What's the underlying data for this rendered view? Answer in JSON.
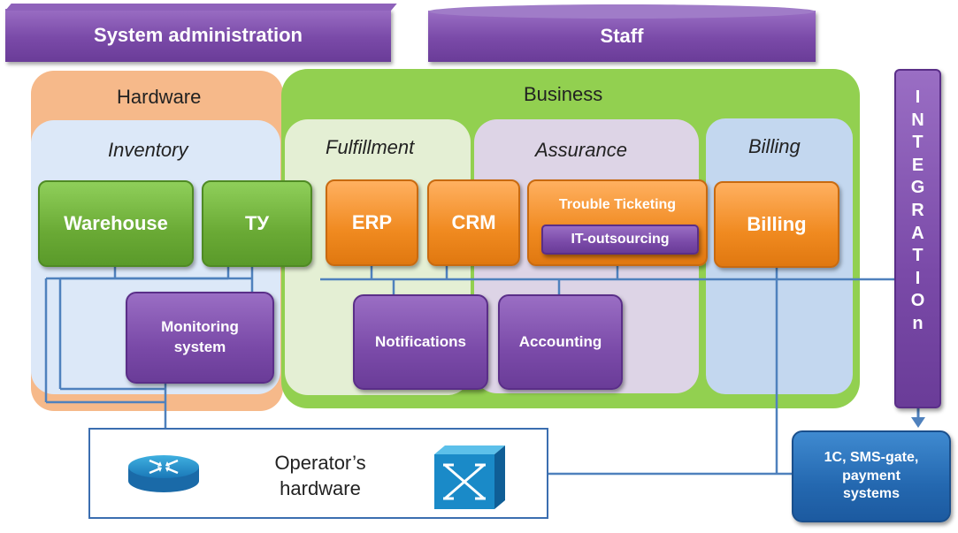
{
  "banners": {
    "system_admin": "System administration",
    "staff": "Staff"
  },
  "regions": {
    "hardware": "Hardware",
    "business": "Business"
  },
  "subregions": {
    "inventory": "Inventory",
    "fulfillment": "Fulfillment",
    "assurance": "Assurance",
    "billing": "Billing"
  },
  "boxes": {
    "warehouse": "Warehouse",
    "ty": "ТУ",
    "erp": "ERP",
    "crm": "CRM",
    "trouble_ticketing": "Trouble Ticketing",
    "it_outsourcing": "IT-outsourcing",
    "billing": "Billing",
    "monitoring": "Monitoring system",
    "notifications": "Notifications",
    "accounting": "Accounting",
    "operators_hardware": "Operator’s hardware",
    "external": "1C,  SMS-gate, payment systems"
  },
  "integration_letters": [
    "I",
    "N",
    "T",
    "E",
    "G",
    "R",
    "A",
    "T",
    "I",
    "O",
    "n"
  ],
  "colors": {
    "hardware_bg": "#f6b98a",
    "business_bg": "#92d050",
    "inventory_bg": "#dce8f8",
    "fulfillment_bg": "#e4efd4",
    "assurance_bg": "#ddd4e6",
    "billing_bg": "#c3d7ef",
    "line": "#4f81bd"
  },
  "icons": [
    "router-icon",
    "switch-icon"
  ]
}
